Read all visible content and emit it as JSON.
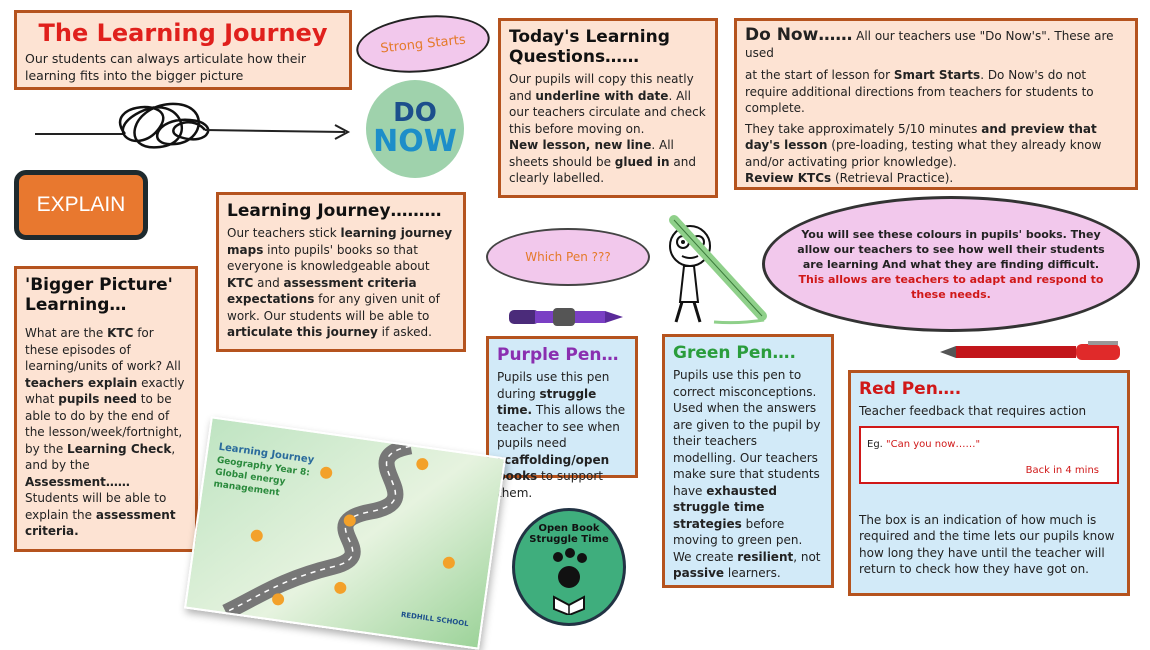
{
  "learning_journey_title": {
    "title": "The Learning Journey",
    "subtitle": "Our students can always articulate how their learning fits into the bigger picture"
  },
  "strong_starts": "Strong Starts",
  "do_now_logo": {
    "line1": "DO",
    "line2": "NOW"
  },
  "explain_button": "EXPLAIN",
  "todays_questions": {
    "heading": "Today's Learning Questions……",
    "p1_a": "Our pupils will copy this neatly and ",
    "p1_b": "underline with date",
    "p1_c": ". All our teachers circulate and check this before moving on.",
    "p2_a": "New lesson, new line",
    "p2_b": ". All sheets should be ",
    "p2_c": "glued in",
    "p2_d": " and clearly labelled."
  },
  "do_now": {
    "heading": "Do Now……",
    "p1": " All our teachers use \"Do Now's\". These are used",
    "p2_a": "at the start of lesson for ",
    "p2_b": "Smart Starts",
    "p2_c": ". Do Now's do not require additional directions from teachers for students to complete.",
    "p3_a": "They take approximately 5/10 minutes ",
    "p3_b": "and preview that day's lesson",
    "p3_c": " (pre-loading, testing what they already know and/or activating prior knowledge).",
    "p4_a": "Review KTCs",
    "p4_b": " (Retrieval Practice)."
  },
  "learning_journey_box": {
    "heading": "Learning Journey………",
    "a": "Our teachers stick ",
    "b": "learning journey maps",
    "c": " into pupils' books so that everyone is knowledgeable about ",
    "d": "KTC",
    "e": " and ",
    "f": "assessment criteria expectations",
    "g": " for any given unit of work. Our students will be able to ",
    "h": "articulate this journey",
    "i": " if asked."
  },
  "bigger_picture": {
    "heading": "'Bigger Picture' Learning…",
    "a": "What are the ",
    "b": "KTC",
    "c": " for these episodes of learning/units of work?  All ",
    "d": "teachers explain",
    "e": " exactly what ",
    "f": "pupils need",
    "g": " to be able to do by the end of the lesson/week/fortnight, by the ",
    "h": "Learning Check",
    "i": ", and by the ",
    "j": "Assessment……",
    "k": " Students will be able to explain the ",
    "l": "assessment criteria."
  },
  "which_pen": "Which Pen ???",
  "colours_ellipse": {
    "a": "You will see these colours in pupils' books. They allow our teachers to see how well their students are learning And what they are finding difficult. ",
    "b": "This allows are teachers to adapt and respond to these needs."
  },
  "purple_pen": {
    "heading": "Purple Pen…",
    "a": "Pupils use this pen during ",
    "b": "struggle time.",
    "c": " This allows the teacher to see when pupils need ",
    "d": "scaffolding/open books",
    "e": " to support them."
  },
  "green_pen": {
    "heading": "Green Pen….",
    "a": "Pupils use this pen to correct misconceptions. Used when the answers are given to the pupil by their teachers modelling. Our teachers make sure that students have ",
    "b": "exhausted struggle time strategies",
    "c": " before moving to green pen.",
    "d": "We create ",
    "e": "resilient",
    "f": ", not ",
    "g": "passive",
    "h": " learners."
  },
  "red_pen": {
    "heading": "Red Pen….",
    "line": "Teacher feedback that requires action",
    "eg_prefix": "Eg. ",
    "eg_quote": "\"Can you now……\"",
    "back": "Back in 4 mins",
    "bottom": "The box is an indication of how much is required and the time lets our pupils know how long they have until the teacher will return to check how they have got on."
  },
  "open_book": {
    "line1": "Open Book",
    "line2": "Struggle Time"
  },
  "map": {
    "title": "Learning Journey",
    "sub1": "Geography Year 8:",
    "sub2": "Global energy",
    "sub3": "management",
    "school": "REDHILL SCHOOL"
  },
  "colors": {
    "title_red": "#e0201c",
    "border": "#b5531e",
    "peach": "#fde3d3",
    "blue": "#d2eaf8",
    "pink": "#f2c8ec",
    "purple_heading": "#8a2fb0",
    "green_heading": "#2a9d3c",
    "red_heading": "#d01818",
    "explain_bg": "#e8782f"
  }
}
